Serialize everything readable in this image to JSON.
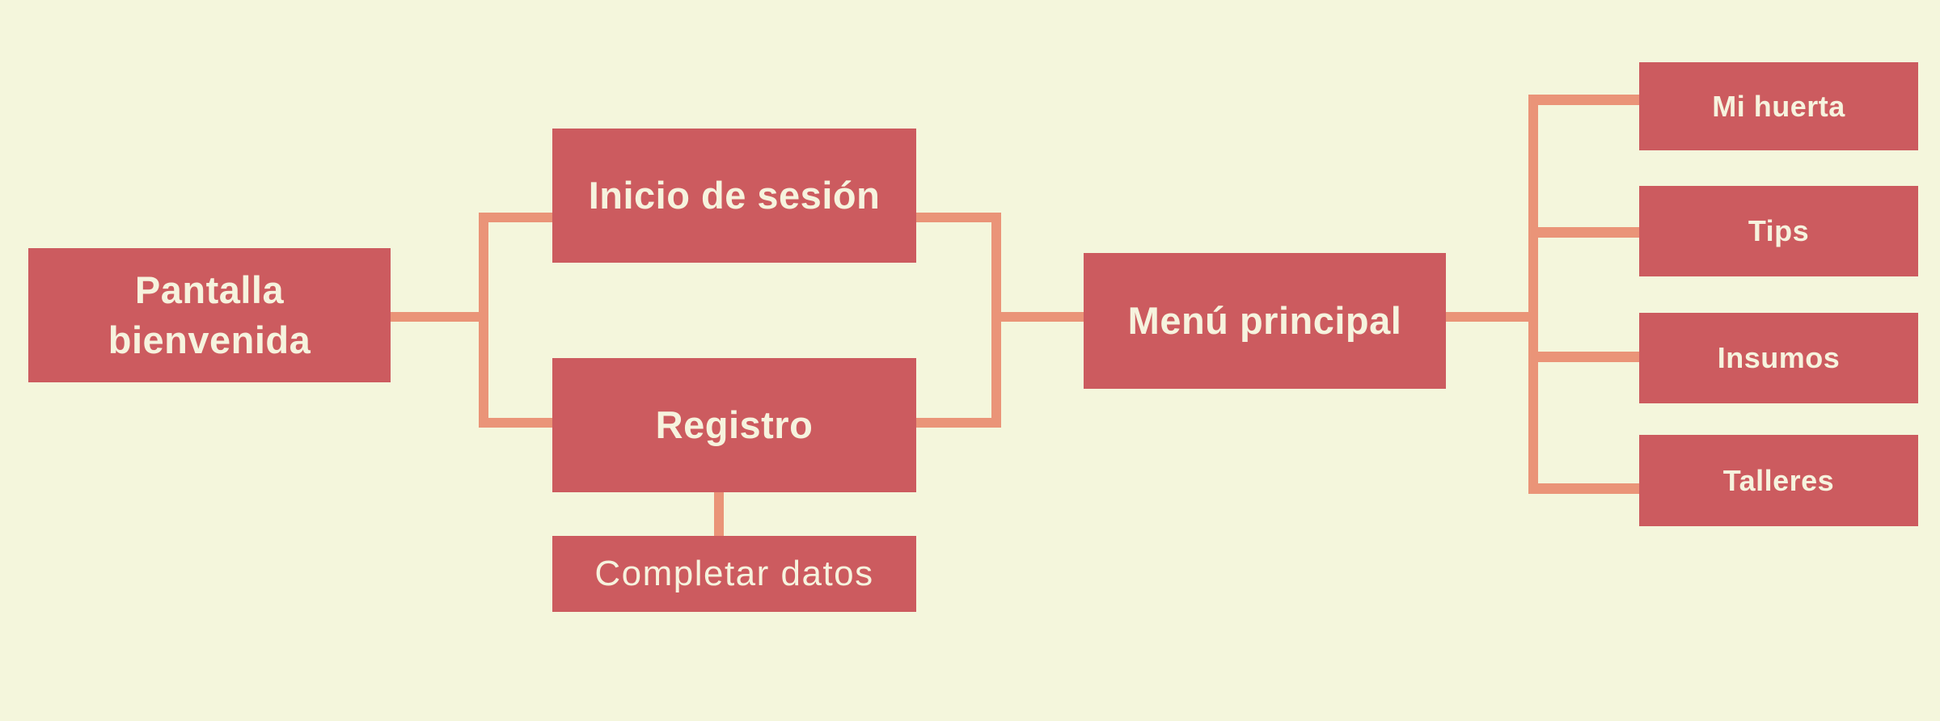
{
  "diagram": {
    "type": "flowchart",
    "background_color": "#f4f6dc",
    "node_color": "#cc5b5f",
    "connector_color": "#ea9478",
    "node_text_color": "#f6f3de",
    "nodes": [
      {
        "id": "pantalla-bienvenida",
        "label": "Pantalla bienvenida"
      },
      {
        "id": "inicio-de-sesion",
        "label": "Inicio de sesión"
      },
      {
        "id": "registro",
        "label": "Registro"
      },
      {
        "id": "completar-datos",
        "label": "Completar datos"
      },
      {
        "id": "menu-principal",
        "label": "Menú principal"
      },
      {
        "id": "mi-huerta",
        "label": "Mi huerta"
      },
      {
        "id": "tips",
        "label": "Tips"
      },
      {
        "id": "insumos",
        "label": "Insumos"
      },
      {
        "id": "talleres",
        "label": "Talleres"
      }
    ],
    "edges": [
      {
        "from": "pantalla-bienvenida",
        "to": "inicio-de-sesion"
      },
      {
        "from": "pantalla-bienvenida",
        "to": "registro"
      },
      {
        "from": "registro",
        "to": "completar-datos"
      },
      {
        "from": "inicio-de-sesion",
        "to": "menu-principal"
      },
      {
        "from": "registro",
        "to": "menu-principal"
      },
      {
        "from": "menu-principal",
        "to": "mi-huerta"
      },
      {
        "from": "menu-principal",
        "to": "tips"
      },
      {
        "from": "menu-principal",
        "to": "insumos"
      },
      {
        "from": "menu-principal",
        "to": "talleres"
      }
    ]
  }
}
